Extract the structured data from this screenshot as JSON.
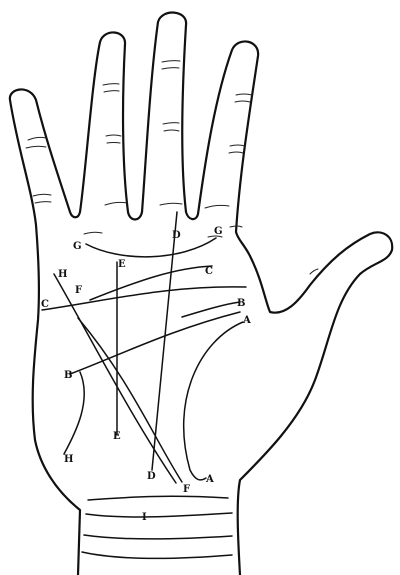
{
  "labels": {
    "g_left": "G",
    "g_right": "G",
    "d_top": "D",
    "d_bottom": "D",
    "h_top": "H",
    "h_bottom": "H",
    "e_top": "E",
    "e_bottom": "E",
    "c_left": "C",
    "c_right": "C",
    "f_left": "F",
    "f_bottom": "F",
    "b_left": "B",
    "b_right": "B",
    "a_right": "A",
    "a_bottom": "A",
    "i_wrist": "I"
  }
}
